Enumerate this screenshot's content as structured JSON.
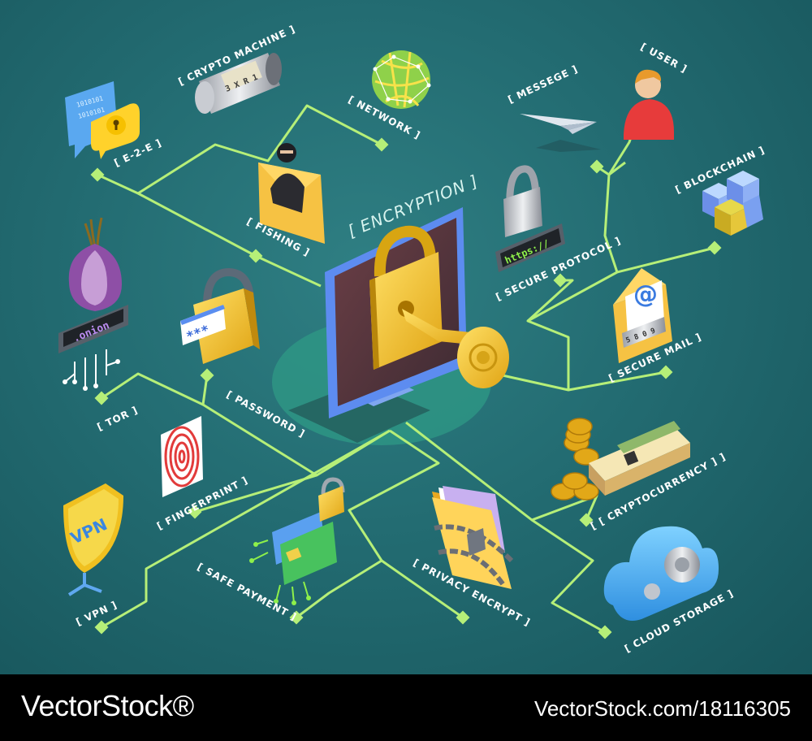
{
  "title": "[ ENCRYPTION ]",
  "nodes": {
    "crypto_machine": "[ CRYPTO MACHINE ]",
    "network": "[ NETWORK ]",
    "messege": "[ MESSEGE ]",
    "user": "[ USER ]",
    "e2e": "[ E-2-E ]",
    "fishing": "[ FISHING ]",
    "blockchain": "[ BLOCKCHAIN ]",
    "secure_protocol": "[ SECURE PROTOCOL ]",
    "tor": "[ TOR ]",
    "password": "[ PASSWORD ]",
    "secure_mail": "[ SECURE MAIL ]",
    "fingerprint": "[ FINGERPRINT ]",
    "cryptocurrency": "[ [ CRYPTOCURRENCY ] ]",
    "vpn": "[ VPN ]",
    "safe_payment": "[ SAFE PAYMENT ]",
    "privacy_encrypt": "[ PRIVACY ENCRYPT ]",
    "cloud_storage": "[ CLOUD STORAGE ]"
  },
  "icon_text": {
    "onion": ".onion",
    "https": "https://",
    "vpn": "VPN",
    "password_mask": "***",
    "binary": "1010101",
    "email_at": "@",
    "crypto_wheel": "3 X R 1",
    "mail_code": "5 8 0 9"
  },
  "footer": {
    "brand": "VectorStock®",
    "image_id": "VectorStock.com/18116305"
  },
  "colors": {
    "background": "#236c72",
    "connector": "#b6ef78",
    "lock_gold": "#f2c230",
    "footer_bg": "#000000"
  }
}
